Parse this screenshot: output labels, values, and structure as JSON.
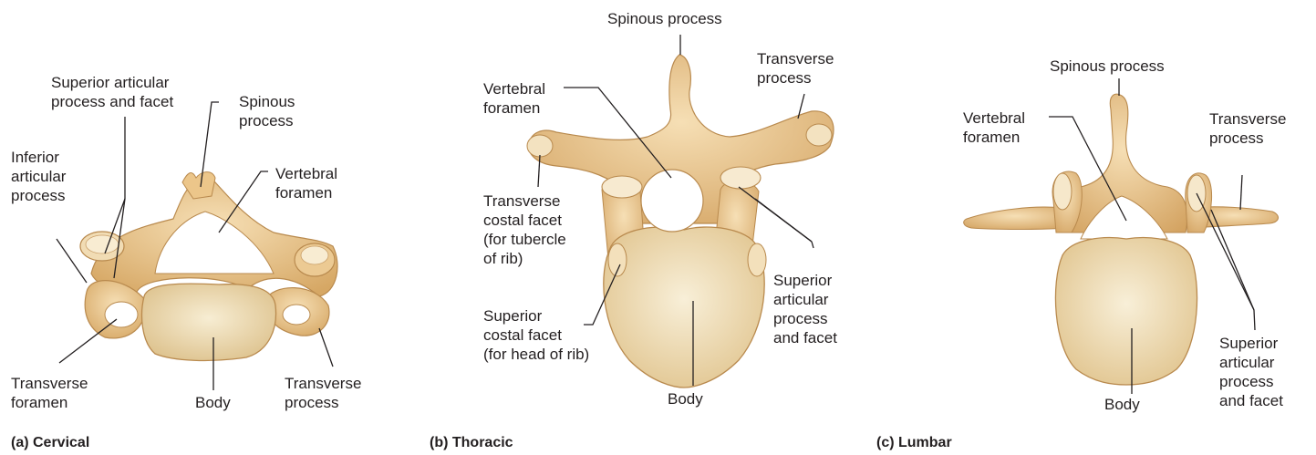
{
  "colors": {
    "bone": "#f1d3a1",
    "bone_shade": "#d9ae6e",
    "bone_dark": "#b98a4e",
    "body_face": "#f3e6c6",
    "leader_line": "#231f20"
  },
  "panels": [
    {
      "caption": "(a) Cervical",
      "labels": {
        "superior_articular": "Superior articular\nprocess and facet",
        "spinous": "Spinous\nprocess",
        "inferior_articular": "Inferior\narticular\nprocess",
        "vertebral_foramen": "Vertebral\nforamen",
        "transverse_foramen": "Transverse\nforamen",
        "body": "Body",
        "transverse_process": "Transverse\nprocess"
      }
    },
    {
      "caption": "(b) Thoracic",
      "labels": {
        "spinous": "Spinous process",
        "vertebral_foramen": "Vertebral\nforamen",
        "transverse_process": "Transverse\nprocess",
        "transverse_costal_facet": "Transverse\ncostal facet\n(for tubercle\nof rib)",
        "superior_costal_facet": "Superior\ncostal facet\n(for head of rib)",
        "superior_articular": "Superior\narticular\nprocess\nand facet",
        "body": "Body"
      }
    },
    {
      "caption": "(c) Lumbar",
      "labels": {
        "spinous": "Spinous process",
        "vertebral_foramen": "Vertebral\nforamen",
        "transverse_process": "Transverse\nprocess",
        "superior_articular": "Superior\narticular\nprocess\nand facet",
        "body": "Body"
      }
    }
  ]
}
